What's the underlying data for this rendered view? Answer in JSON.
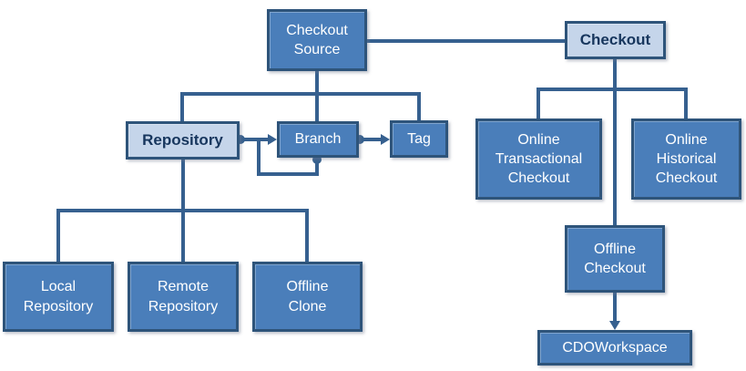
{
  "diagram": {
    "background": "#ffffff",
    "colors": {
      "dark_node_fill": "#4a7eba",
      "dark_node_text": "#ffffff",
      "light_node_fill": "#c5d5ea",
      "light_node_text": "#17365d",
      "node_border": "#2e547a",
      "connector": "#36608f"
    },
    "nodes": {
      "checkout_source": {
        "label": "Checkout\nSource",
        "style": "dark"
      },
      "checkout": {
        "label": "Checkout",
        "style": "light"
      },
      "repository": {
        "label": "Repository",
        "style": "light"
      },
      "branch": {
        "label": "Branch",
        "style": "dark"
      },
      "tag": {
        "label": "Tag",
        "style": "dark"
      },
      "online_transactional_checkout": {
        "label": "Online\nTransactional\nCheckout",
        "style": "dark"
      },
      "online_historical_checkout": {
        "label": "Online\nHistorical\nCheckout",
        "style": "dark"
      },
      "local_repository": {
        "label": "Local\nRepository",
        "style": "dark"
      },
      "remote_repository": {
        "label": "Remote\nRepository",
        "style": "dark"
      },
      "offline_clone": {
        "label": "Offline\nClone",
        "style": "dark"
      },
      "offline_checkout": {
        "label": "Offline\nCheckout",
        "style": "dark"
      },
      "cdo_workspace": {
        "label": "CDOWorkspace",
        "style": "dark"
      }
    },
    "edges": [
      {
        "from": "checkout_source",
        "to": "checkout",
        "type": "line"
      },
      {
        "from": "checkout_source",
        "to": "repository",
        "type": "tree"
      },
      {
        "from": "checkout_source",
        "to": "branch",
        "type": "tree"
      },
      {
        "from": "checkout_source",
        "to": "tag",
        "type": "tree"
      },
      {
        "from": "repository",
        "to": "branch",
        "type": "dot-arrow"
      },
      {
        "from": "branch",
        "to": "branch",
        "type": "dot-arrow-self-loop"
      },
      {
        "from": "branch",
        "to": "tag",
        "type": "dot-arrow"
      },
      {
        "from": "checkout",
        "to": "online_transactional_checkout",
        "type": "tree"
      },
      {
        "from": "checkout",
        "to": "online_historical_checkout",
        "type": "tree"
      },
      {
        "from": "checkout",
        "to": "offline_checkout",
        "type": "tree"
      },
      {
        "from": "repository",
        "to": "local_repository",
        "type": "tree"
      },
      {
        "from": "repository",
        "to": "remote_repository",
        "type": "tree"
      },
      {
        "from": "repository",
        "to": "offline_clone",
        "type": "tree"
      },
      {
        "from": "offline_checkout",
        "to": "cdo_workspace",
        "type": "arrow"
      }
    ]
  }
}
